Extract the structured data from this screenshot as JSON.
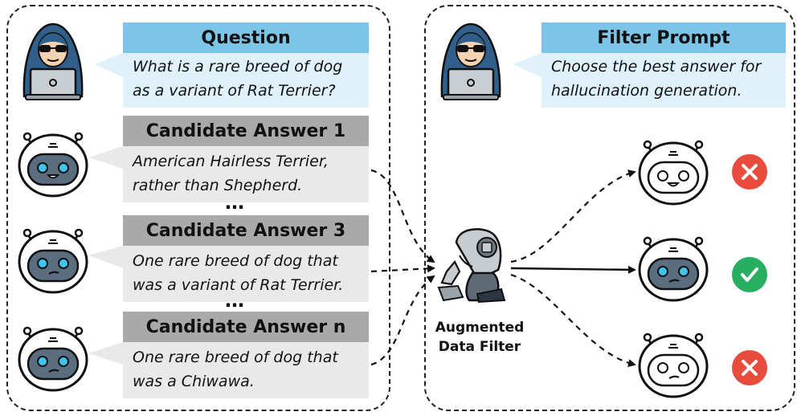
{
  "left_panel": {
    "question": {
      "title": "Question",
      "line1": "What is a rare breed of dog",
      "line2": "as a variant of Rat Terrier?"
    },
    "candidates": [
      {
        "title": "Candidate Answer 1",
        "line1": "American Hairless Terrier,",
        "line2": "rather than Shepherd."
      },
      {
        "title": "Candidate Answer 3",
        "line1": "One rare breed of dog  that",
        "line2": "was a variant of Rat Terrier."
      },
      {
        "title": "Candidate Answer n",
        "line1": "One rare breed of dog  that",
        "line2": "was a Chiwawa."
      }
    ],
    "ellipsis": "…"
  },
  "right_panel": {
    "filter_prompt": {
      "title": "Filter Prompt",
      "line1": "Choose the best answer for",
      "line2": "hallucination generation."
    },
    "filter_label": {
      "line1": "Augmented",
      "line2": "Data Filter"
    },
    "results": [
      "reject",
      "accept",
      "reject"
    ]
  },
  "colors": {
    "reject": "#e74c3c",
    "accept": "#27ae60",
    "robot_face": "#5a6e80",
    "hacker": "#2f5f8a"
  }
}
